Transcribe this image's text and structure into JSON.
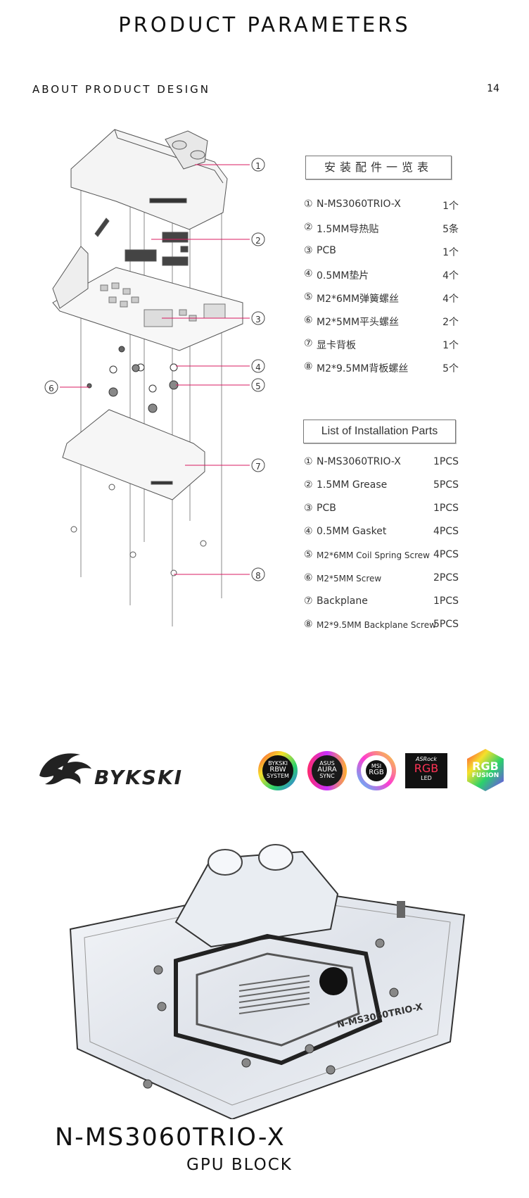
{
  "header": {
    "title": "PRODUCT PARAMETERS",
    "section": "ABOUT PRODUCT DESIGN",
    "page_number": "14"
  },
  "parts_zh": {
    "title": "安装配件一览表",
    "items": [
      {
        "num": "①",
        "name": "N-MS3060TRIO-X",
        "qty": "1个"
      },
      {
        "num": "②",
        "name": "1.5MM导热贴",
        "qty": "5条"
      },
      {
        "num": "③",
        "name": "PCB",
        "qty": "1个"
      },
      {
        "num": "④",
        "name": "0.5MM垫片",
        "qty": "4个"
      },
      {
        "num": "⑤",
        "name": "M2*6MM弹簧螺丝",
        "qty": "4个"
      },
      {
        "num": "⑥",
        "name": "M2*5MM平头螺丝",
        "qty": "2个"
      },
      {
        "num": "⑦",
        "name": "显卡背板",
        "qty": "1个"
      },
      {
        "num": "⑧",
        "name": "M2*9.5MM背板螺丝",
        "qty": "5个"
      }
    ]
  },
  "parts_en": {
    "title": "List of Installation Parts",
    "items": [
      {
        "num": "①",
        "name": "N-MS3060TRIO-X",
        "qty": "1PCS"
      },
      {
        "num": "②",
        "name": "1.5MM Grease",
        "qty": "5PCS"
      },
      {
        "num": "③",
        "name": "PCB",
        "qty": "1PCS"
      },
      {
        "num": "④",
        "name": "0.5MM Gasket",
        "qty": "4PCS"
      },
      {
        "num": "⑤",
        "name": "M2*6MM Coil Spring Screw",
        "qty": "4PCS"
      },
      {
        "num": "⑥",
        "name": "M2*5MM  Screw",
        "qty": "2PCS"
      },
      {
        "num": "⑦",
        "name": "Backplane",
        "qty": "1PCS"
      },
      {
        "num": "⑧",
        "name": "M2*9.5MM Backplane Screw",
        "qty": "5PCS"
      }
    ]
  },
  "diagram": {
    "callouts": [
      "①",
      "②",
      "③",
      "④",
      "⑤",
      "⑥",
      "⑦",
      "⑧"
    ],
    "callout_color": "#d81b60"
  },
  "brand": {
    "name": "BYKSKI",
    "logos": [
      {
        "icon": "rbw-system-logo",
        "lines": [
          "BYKSKI",
          "RBW",
          "SYSTEM"
        ]
      },
      {
        "icon": "aura-sync-logo",
        "lines": [
          "ASUS",
          "AURA",
          "SYNC"
        ]
      },
      {
        "icon": "msi-rgb-logo",
        "lines": [
          "MSI",
          "RGB"
        ]
      },
      {
        "icon": "asrock-rgb-led-logo",
        "lines": [
          "ASRock",
          "RGB",
          "LED"
        ]
      },
      {
        "icon": "rgb-fusion-logo",
        "lines": [
          "RGB",
          "FUSION"
        ]
      }
    ]
  },
  "product": {
    "model": "N-MS3060TRIO-X",
    "subtitle": "GPU BLOCK",
    "block_label": "N-MS3060TRIO-X"
  }
}
